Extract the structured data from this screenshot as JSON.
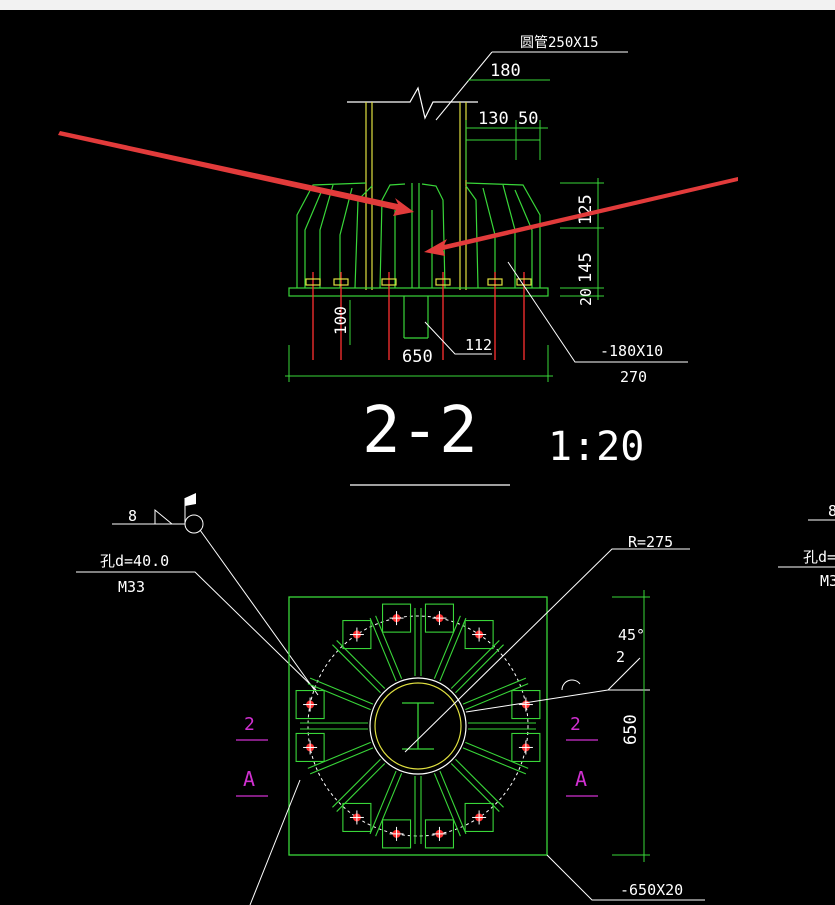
{
  "section": {
    "title": "2-2",
    "scale": "1:20"
  },
  "labels": {
    "pipe": "圆管250X15",
    "dim_180": "180",
    "dim_130": "130",
    "dim_50": "50",
    "dim_125": "125",
    "dim_145": "145",
    "dim_20": "20",
    "dim_100": "100",
    "dim_650": "650",
    "dim_112": "112",
    "plate_180x10": "-180X10",
    "dim_270": "270",
    "weld_size": "8",
    "hole": "孔d=40.0",
    "bolt": "M33",
    "radius": "R=275",
    "angle": "45°",
    "angle_count": "2",
    "dim_650_v": "650",
    "base_plate": "-650X20",
    "sec_num_left": "2",
    "sec_letter_left": "A",
    "sec_num_right": "2",
    "sec_letter_right": "A",
    "edge_weld": "8",
    "edge_hole": "孔d=",
    "edge_bolt": "M3"
  },
  "colors": {
    "background": "#000000",
    "steel": "#39d639",
    "dimension": "#39d639",
    "text": "#ffffff",
    "bolt": "#ff3030",
    "washer": "#e0e040",
    "section_mark": "#d030d0",
    "arrow": "#e23b3b"
  }
}
